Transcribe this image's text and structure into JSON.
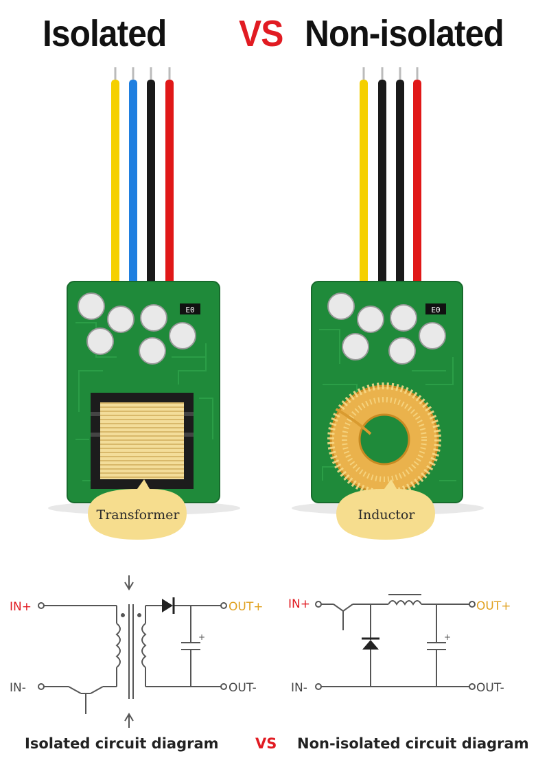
{
  "header": {
    "left_title": "Isolated",
    "vs": "VS",
    "right_title": "Non-isolated"
  },
  "modules": {
    "left": {
      "callout": "Transformer",
      "chip_label": "E0"
    },
    "right": {
      "callout": "Inductor",
      "chip_label": "E0"
    }
  },
  "circuits": {
    "left": {
      "in_plus": "IN+",
      "in_minus": "IN-",
      "out_plus": "OUT+",
      "out_minus": "OUT-",
      "cap_sign": "+"
    },
    "right": {
      "in_plus": "IN+",
      "in_minus": "IN-",
      "out_plus": "OUT+",
      "out_minus": "OUT-",
      "cap_sign": "+"
    }
  },
  "footer": {
    "left_caption": "Isolated circuit diagram",
    "vs": "VS",
    "right_caption": "Non-isolated circuit diagram"
  },
  "colors": {
    "accent_red": "#e11b22",
    "label_gold": "#e0a01e",
    "pcb_green": "#1f8a3a",
    "wire_yellow": "#f5d000",
    "wire_blue": "#1f7fe0",
    "wire_black": "#1a1a1a",
    "wire_red": "#e01818",
    "callout_fill": "#f6dd8e"
  }
}
